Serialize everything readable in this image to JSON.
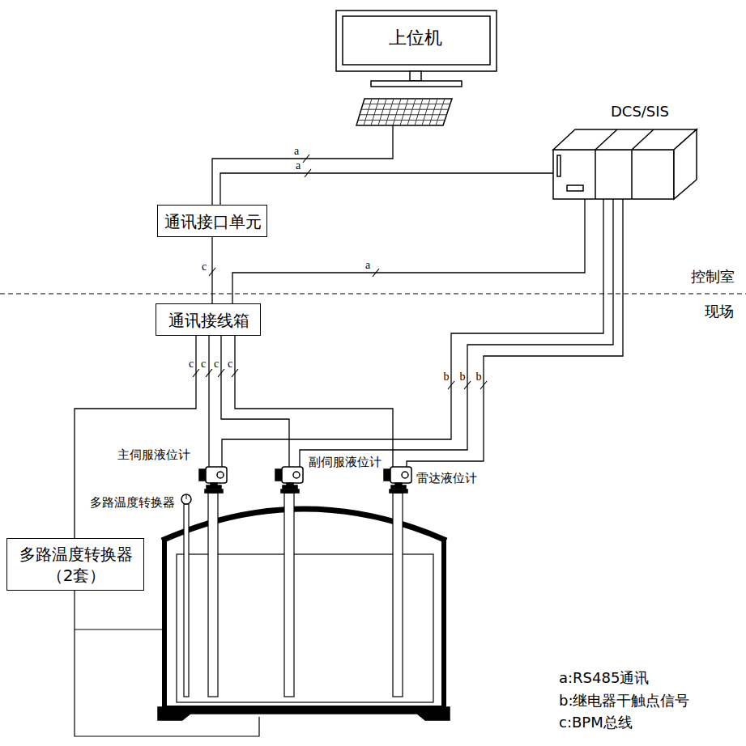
{
  "diagram": {
    "nodes": [
      {
        "text": [
          "上位机"
        ]
      },
      {
        "text": [
          "DCS/SIS"
        ]
      },
      {
        "text": [
          "通讯接口单元"
        ]
      },
      {
        "text": [
          "通讯接线箱"
        ]
      },
      {
        "text": [
          "主伺服液位计"
        ]
      },
      {
        "text": [
          "副伺服液位计"
        ]
      },
      {
        "text": [
          "雷达液位计"
        ]
      },
      {
        "text": [
          "多路温度转换器"
        ]
      },
      {
        "text": [
          "多路温度转换器 （2套）"
        ]
      }
    ],
    "edges": [
      {
        "from": 0,
        "to": 2,
        "arrow": "none",
        "label": "a"
      },
      {
        "from": 1,
        "to": 2,
        "arrow": "none",
        "label": "a"
      },
      {
        "from": 2,
        "to": 3,
        "arrow": "none",
        "label": "c"
      },
      {
        "from": 3,
        "to": 1,
        "arrow": "none",
        "label": "a"
      },
      {
        "from": 3,
        "to": 8,
        "arrow": "none",
        "label": "c"
      },
      {
        "from": 3,
        "to": 4,
        "arrow": "none",
        "label": "c"
      },
      {
        "from": 3,
        "to": 5,
        "arrow": "none",
        "label": "c"
      },
      {
        "from": 3,
        "to": 6,
        "arrow": "none",
        "label": "c"
      },
      {
        "from": 1,
        "to": 4,
        "arrow": "none",
        "label": "b"
      },
      {
        "from": 1,
        "to": 5,
        "arrow": "none",
        "label": "b"
      },
      {
        "from": 1,
        "to": 6,
        "arrow": "none",
        "label": "b"
      }
    ],
    "labels": [
      "控制室",
      "现场"
    ],
    "legend": [
      {
        "text": "a:RS485通讯"
      },
      {
        "text": "b:继电器干触点信号"
      },
      {
        "text": "c:BPM总线"
      }
    ]
  }
}
